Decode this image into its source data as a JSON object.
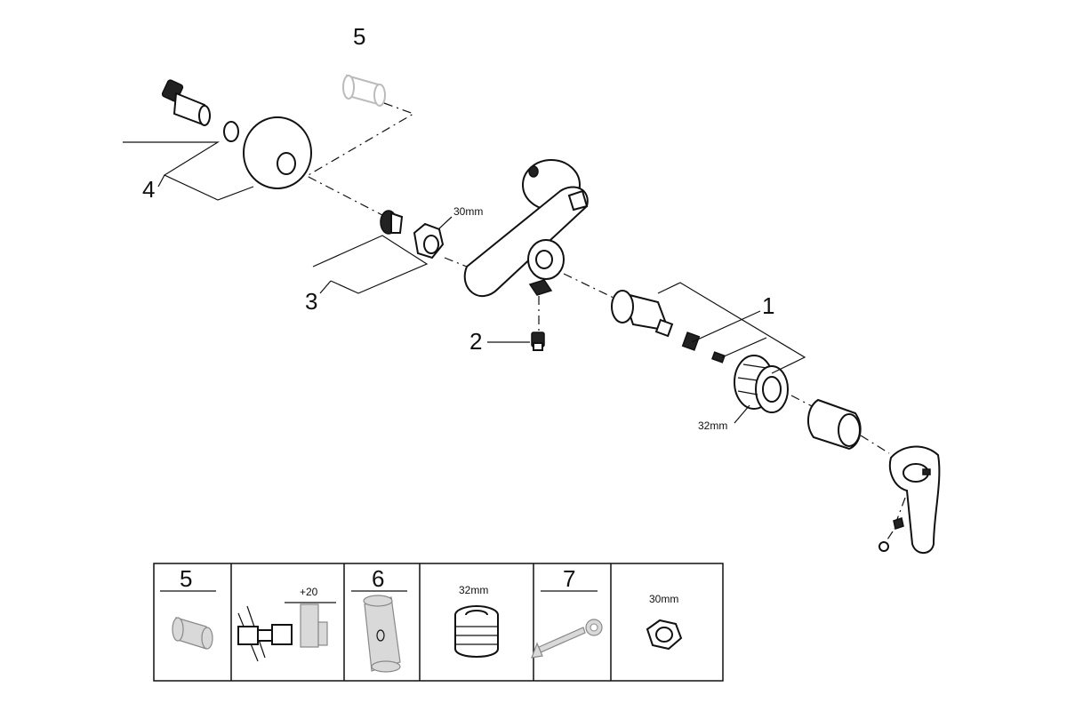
{
  "callouts": {
    "c1": "1",
    "c2": "2",
    "c3": "3",
    "c4": "4",
    "c5": "5"
  },
  "dimensions": {
    "nut_size": "30mm",
    "ring_size": "32mm"
  },
  "table": {
    "cells": [
      {
        "number": "5",
        "text": ""
      },
      {
        "number": "",
        "text": "+20"
      },
      {
        "number": "6",
        "text": ""
      },
      {
        "number": "",
        "text": "32mm"
      },
      {
        "number": "7",
        "text": ""
      },
      {
        "number": "",
        "text": "30mm"
      }
    ]
  },
  "icons": [
    "extension-piece-icon",
    "wall-extension-icon",
    "tool-sleeve-icon",
    "threaded-ring-icon",
    "wrench-icon",
    "hex-nut-icon"
  ]
}
